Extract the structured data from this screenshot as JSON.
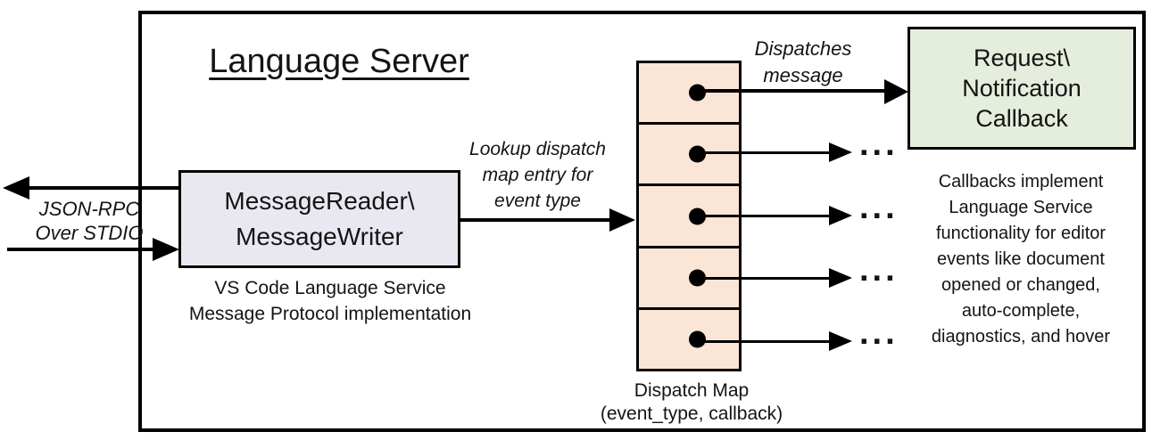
{
  "diagram": {
    "title": "Language Server",
    "left_channel": {
      "label": "JSON-RPC\nOver STDIO"
    },
    "message_box": {
      "title": "MessageReader\\\nMessageWriter",
      "caption": "VS Code Language Service\nMessage Protocol implementation",
      "fill_color": "#e9e8f0"
    },
    "lookup_arrow_label": "Lookup dispatch\nmap entry for\nevent type",
    "dispatch_map": {
      "label": "Dispatch Map\n(event_type, callback)",
      "row_count": 5,
      "fill_color": "#fbe5d6"
    },
    "dispatches_arrow_label": "Dispatches\nmessage",
    "callback_box": {
      "title": "Request\\\nNotification\nCallback",
      "fill_color": "#e5eedd"
    },
    "ellipsis": "...",
    "callbacks_note": "Callbacks implement\nLanguage Service\nfunctionality for editor\nevents like document\nopened or changed,\nauto-complete,\ndiagnostics, and hover",
    "line_color": "#000000"
  }
}
